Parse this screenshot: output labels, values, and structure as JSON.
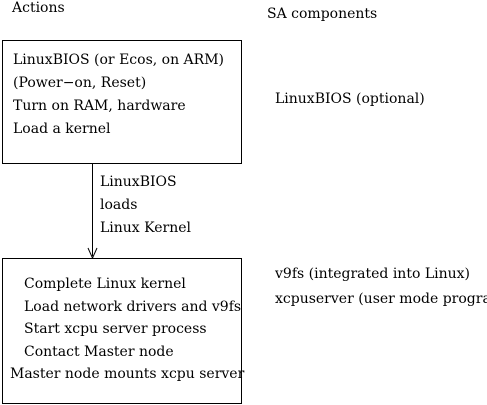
{
  "headers": {
    "actions": "Actions",
    "sa_components": "SA components"
  },
  "top_box": {
    "lines": [
      "LinuxBIOS (or Ecos, on ARM)",
      "(Power−on, Reset)",
      "Turn on RAM, hardware",
      "Load a kernel"
    ]
  },
  "arrow_label": {
    "lines": [
      "LinuxBIOS",
      "loads",
      "Linux Kernel"
    ]
  },
  "bottom_box": {
    "lines": [
      "Complete Linux kernel",
      "Load network drivers and v9fs",
      "Start xcpu server process",
      "Contact Master node",
      "Master node mounts xcpu server"
    ]
  },
  "components": {
    "top": "LinuxBIOS (optional)",
    "bottom": [
      "v9fs (integrated into Linux)",
      "xcpuserver (user mode program)"
    ]
  },
  "colors": {
    "line": "#000000",
    "text": "#000000",
    "background": "#ffffff"
  }
}
